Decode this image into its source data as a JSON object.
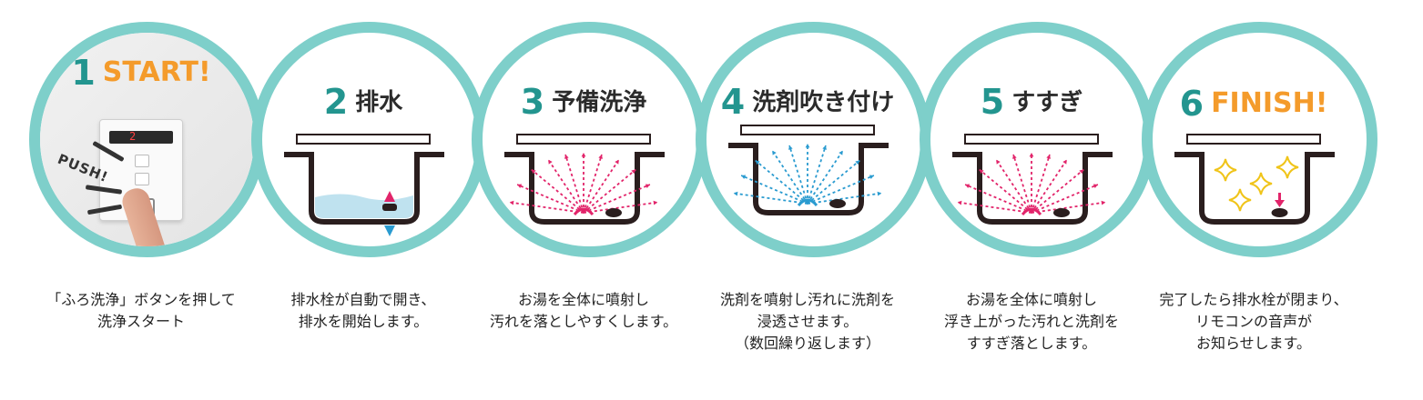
{
  "steps": [
    {
      "num": "1",
      "title": "START!",
      "lines": [
        "「ふろ洗浄」ボタンを押して",
        "洗浄スタート"
      ],
      "push": "PUSH!",
      "display": "2"
    },
    {
      "num": "2",
      "title": "排水",
      "lines": [
        "排水栓が自動で開き、",
        "排水を開始します。"
      ]
    },
    {
      "num": "3",
      "title": "予備洗浄",
      "lines": [
        "お湯を全体に噴射し",
        "汚れを落としやすくします。"
      ]
    },
    {
      "num": "4",
      "title": "洗剤吹き付け",
      "lines": [
        "洗剤を噴射し汚れに洗剤を",
        "浸透させます。",
        "（数回繰り返します）"
      ]
    },
    {
      "num": "5",
      "title": "すすぎ",
      "lines": [
        "お湯を全体に噴射し",
        "浮き上がった汚れと洗剤を",
        "すすぎ落とします。"
      ]
    },
    {
      "num": "6",
      "title": "FINISH!",
      "lines": [
        "完了したら排水栓が閉まり、",
        "リモコンの音声が",
        "お知らせします。"
      ]
    }
  ],
  "colors": {
    "ring": "#7ecfca",
    "number": "#23958f",
    "accent": "#f49b2b",
    "spray_pink": "#e2246a",
    "spray_blue": "#2a9bd0",
    "water": "#bfe2ef",
    "sparkle": "#f0c419"
  }
}
